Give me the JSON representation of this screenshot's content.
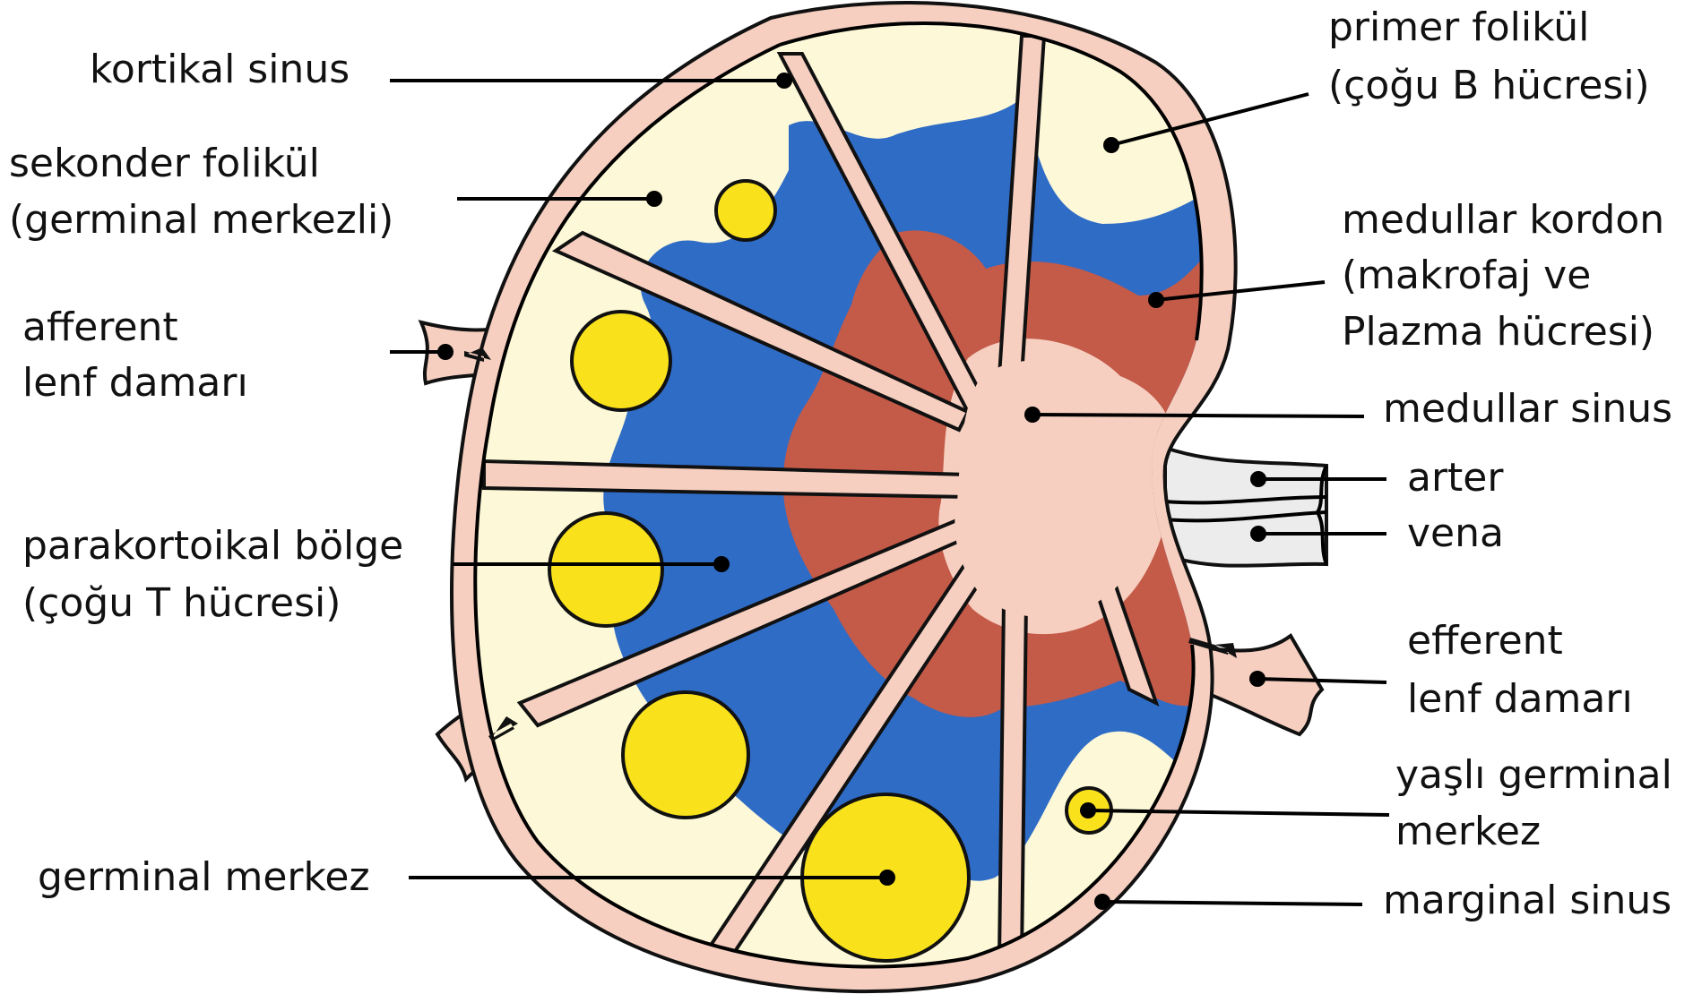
{
  "colors": {
    "capsule": "#f6cfc0",
    "outline": "#111111",
    "follicle": "#fdf9d8",
    "paracortex": "#2f6cc6",
    "medullary_cord": "#c45a48",
    "germinal_center": "#f9e21c",
    "vessel": "#ececec",
    "background": "#ffffff"
  },
  "labels": {
    "kortikal_sinus": "kortikal sinus",
    "sekonder_folikul_1": "sekonder folikül",
    "sekonder_folikul_2": "(germinal merkezli)",
    "afferent_1": "afferent",
    "afferent_2": "lenf damarı",
    "parakortikal_1": "parakortoikal bölge",
    "parakortikal_2": "(çoğu T hücresi)",
    "germinal_merkez": "germinal merkez",
    "primer_folikul_1": "primer folikül",
    "primer_folikul_2": "(çoğu B hücresi)",
    "medullar_kordon_1": "medullar kordon",
    "medullar_kordon_2": "(makrofaj ve",
    "medullar_kordon_3": "Plazma hücresi)",
    "medullar_sinus": "medullar sinus",
    "arter": "arter",
    "vena": "vena",
    "efferent_1": "efferent",
    "efferent_2": "lenf damarı",
    "yasli_germinal_1": "yaşlı germinal",
    "yasli_germinal_2": "merkez",
    "marginal_sinus": "marginal sinus"
  },
  "icons": [
    "arrow-icon"
  ]
}
